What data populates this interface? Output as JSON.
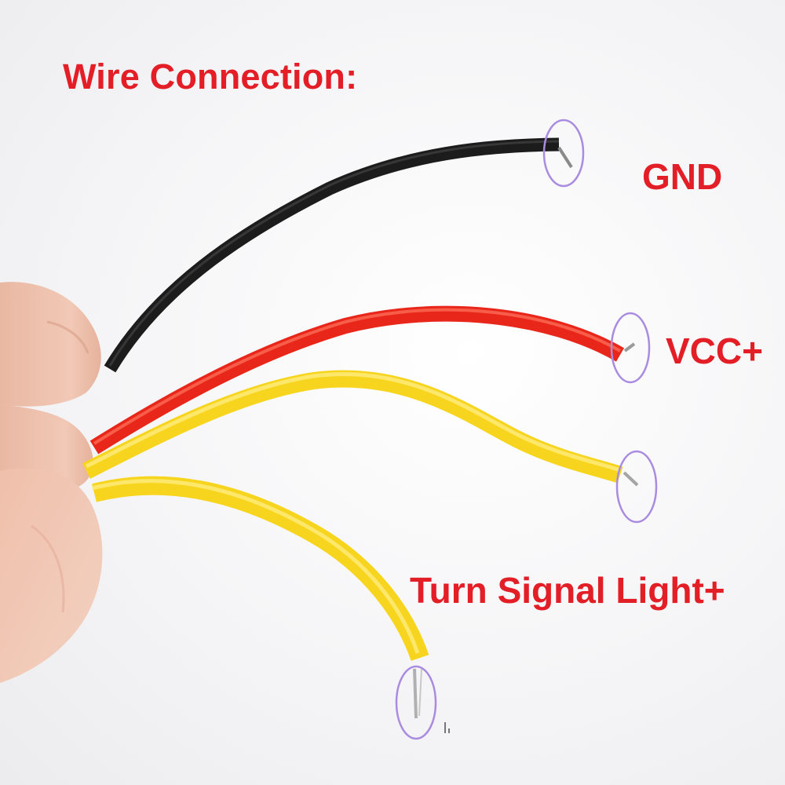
{
  "title": "Wire Connection:",
  "labels": {
    "gnd": "GND",
    "vcc": "VCC+",
    "turn_signal": "Turn Signal Light+"
  },
  "colors": {
    "label_text": "#e41e26",
    "marker_circle": "#a98be0",
    "wire_black": "#1c1c1c",
    "wire_red": "#e8271a",
    "wire_yellow": "#f7d51f"
  }
}
